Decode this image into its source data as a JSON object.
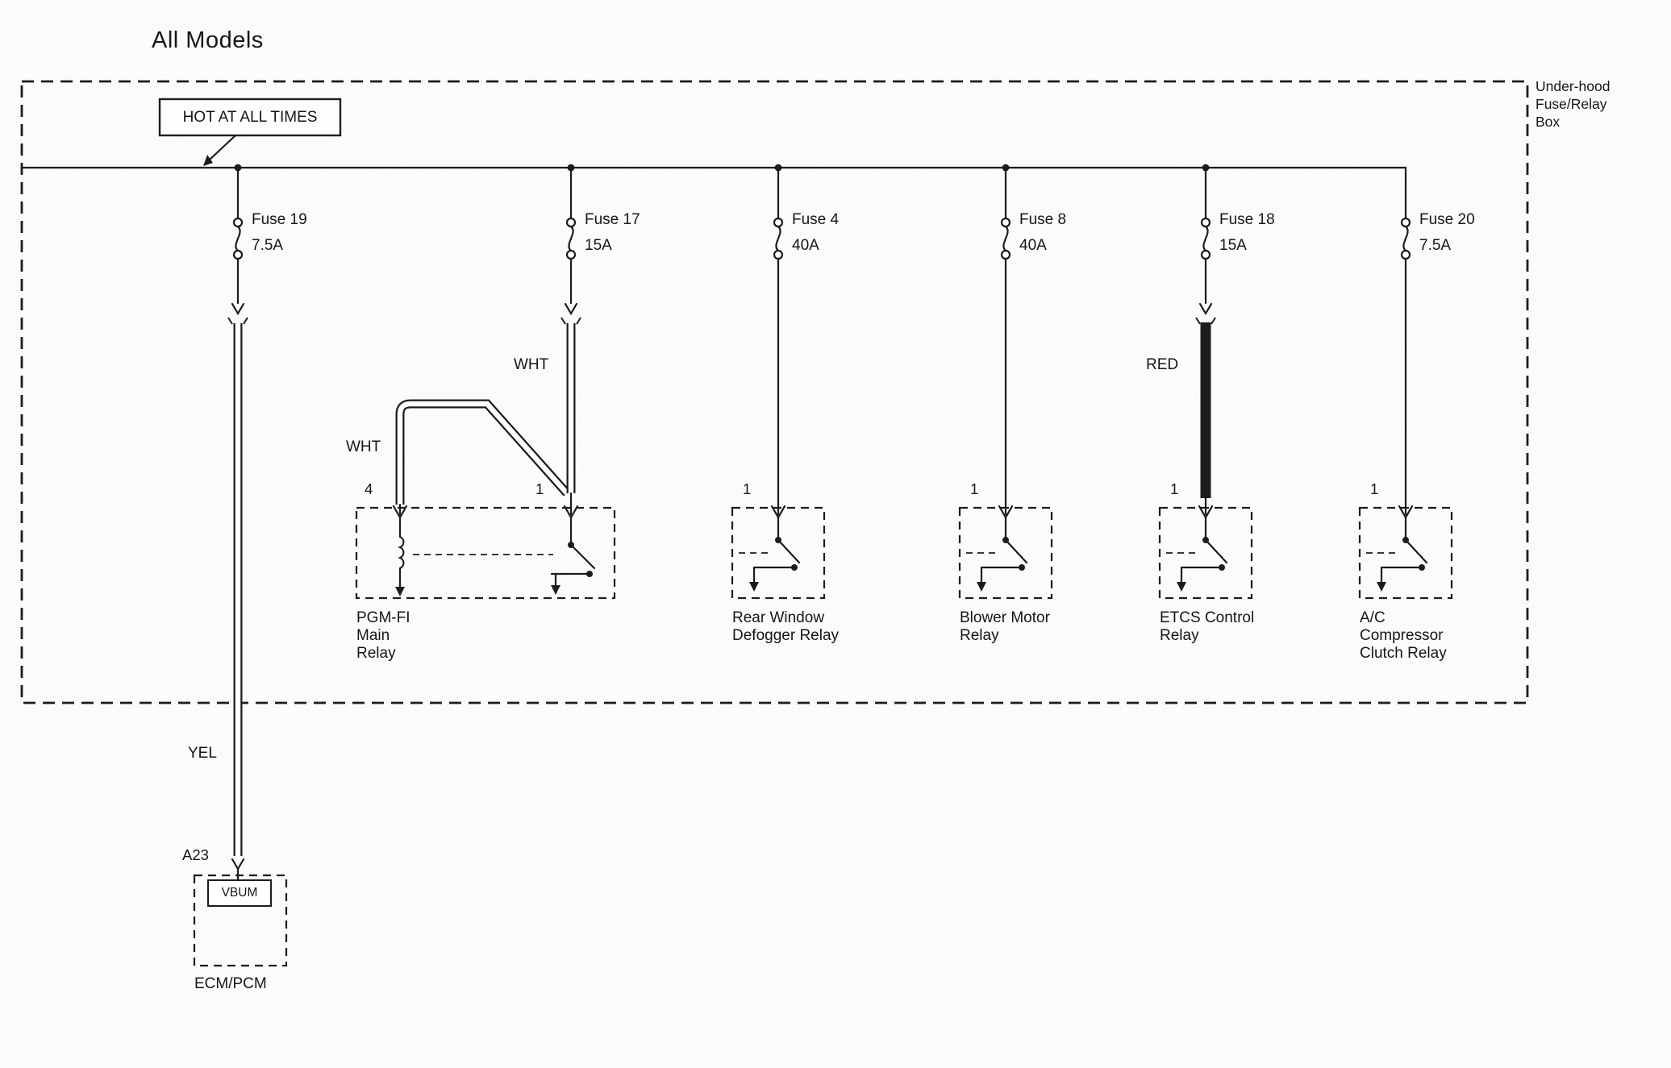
{
  "title": "All Models",
  "enclosure": {
    "label_lines": [
      "Under-hood",
      "Fuse/Relay",
      "Box"
    ]
  },
  "power_label": "HOT AT ALL TIMES",
  "fuses": [
    {
      "name": "Fuse 19",
      "rating": "7.5A"
    },
    {
      "name": "Fuse 17",
      "rating": "15A"
    },
    {
      "name": "Fuse 4",
      "rating": "40A"
    },
    {
      "name": "Fuse 8",
      "rating": "40A"
    },
    {
      "name": "Fuse 18",
      "rating": "15A"
    },
    {
      "name": "Fuse 20",
      "rating": "7.5A"
    }
  ],
  "wire_labels": {
    "wht_feed": "WHT",
    "wht_loop": "WHT",
    "red": "RED",
    "yel": "YEL"
  },
  "relays": [
    {
      "pins": [
        "4",
        "1"
      ],
      "label_lines": [
        "PGM-FI",
        "Main",
        "Relay"
      ]
    },
    {
      "pins": [
        "1"
      ],
      "label_lines": [
        "Rear Window",
        "Defogger Relay"
      ]
    },
    {
      "pins": [
        "1"
      ],
      "label_lines": [
        "Blower Motor",
        "Relay"
      ]
    },
    {
      "pins": [
        "1"
      ],
      "label_lines": [
        "ETCS Control",
        "Relay"
      ]
    },
    {
      "pins": [
        "1"
      ],
      "label_lines": [
        "A/C",
        "Compressor",
        "Clutch Relay"
      ]
    }
  ],
  "ecm": {
    "terminal": "A23",
    "pin_name": "VBUM",
    "label": "ECM/PCM"
  },
  "colors": {
    "ink": "#1c1c1c",
    "paper": "#fdfdfc"
  }
}
